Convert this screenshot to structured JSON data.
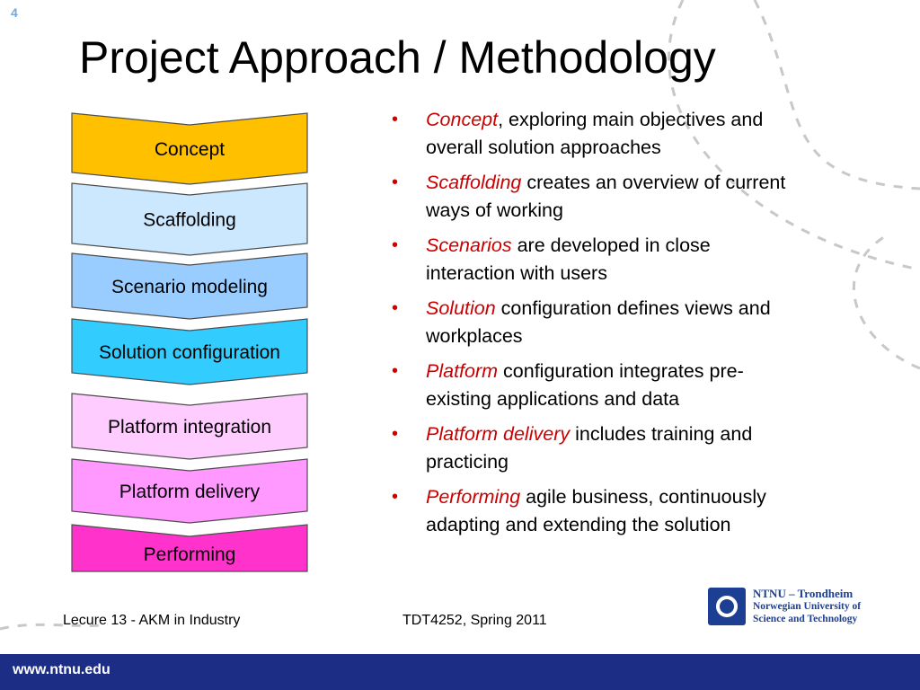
{
  "slide": {
    "number": "4",
    "title": "Project Approach / Methodology"
  },
  "stages": [
    {
      "label": "Concept",
      "color": "#ffc000"
    },
    {
      "label": "Scaffolding",
      "color": "#cce8ff"
    },
    {
      "label": "Scenario modeling",
      "color": "#99ccff"
    },
    {
      "label": "Solution configuration",
      "color": "#33ccff"
    },
    {
      "label": "Platform integration",
      "color": "#ffccff"
    },
    {
      "label": "Platform delivery",
      "color": "#ff99ff"
    },
    {
      "label": "Performing",
      "color": "#ff33cc"
    }
  ],
  "bullets": [
    {
      "marker": "•",
      "term": "Concept",
      "rest": ", exploring main objectives and overall solution approaches"
    },
    {
      "marker": "•",
      "term": "Scaffolding",
      "rest": " creates an overview of current ways of working"
    },
    {
      "marker": "•",
      "term": "Scenarios",
      "rest": " are developed in close interaction with users"
    },
    {
      "marker": "•",
      "term": "Solution",
      "rest": " configuration defines views and workplaces"
    },
    {
      "marker": "•",
      "term": "Platform",
      "rest": " configuration integrates pre-existing applications and data"
    },
    {
      "marker": "•",
      "term": "Platform delivery",
      "rest": " includes training and practicing"
    },
    {
      "marker": "•",
      "term": "Performing",
      "rest": " agile business, continuously adapting and extending the solution"
    }
  ],
  "footer": {
    "left": "Lecure 13 - AKM in Industry",
    "center": "TDT4252, Spring 2011",
    "url": "www.ntnu.edu"
  },
  "logo": {
    "line1": "NTNU – Trondheim",
    "line2": "Norwegian University of",
    "line3": "Science and Technology"
  },
  "colors": {
    "accent_red": "#cc0000",
    "brand_blue": "#1c2d85",
    "chevron_stroke": "#4d4d4d",
    "deco_gray": "#c8c8c8"
  }
}
